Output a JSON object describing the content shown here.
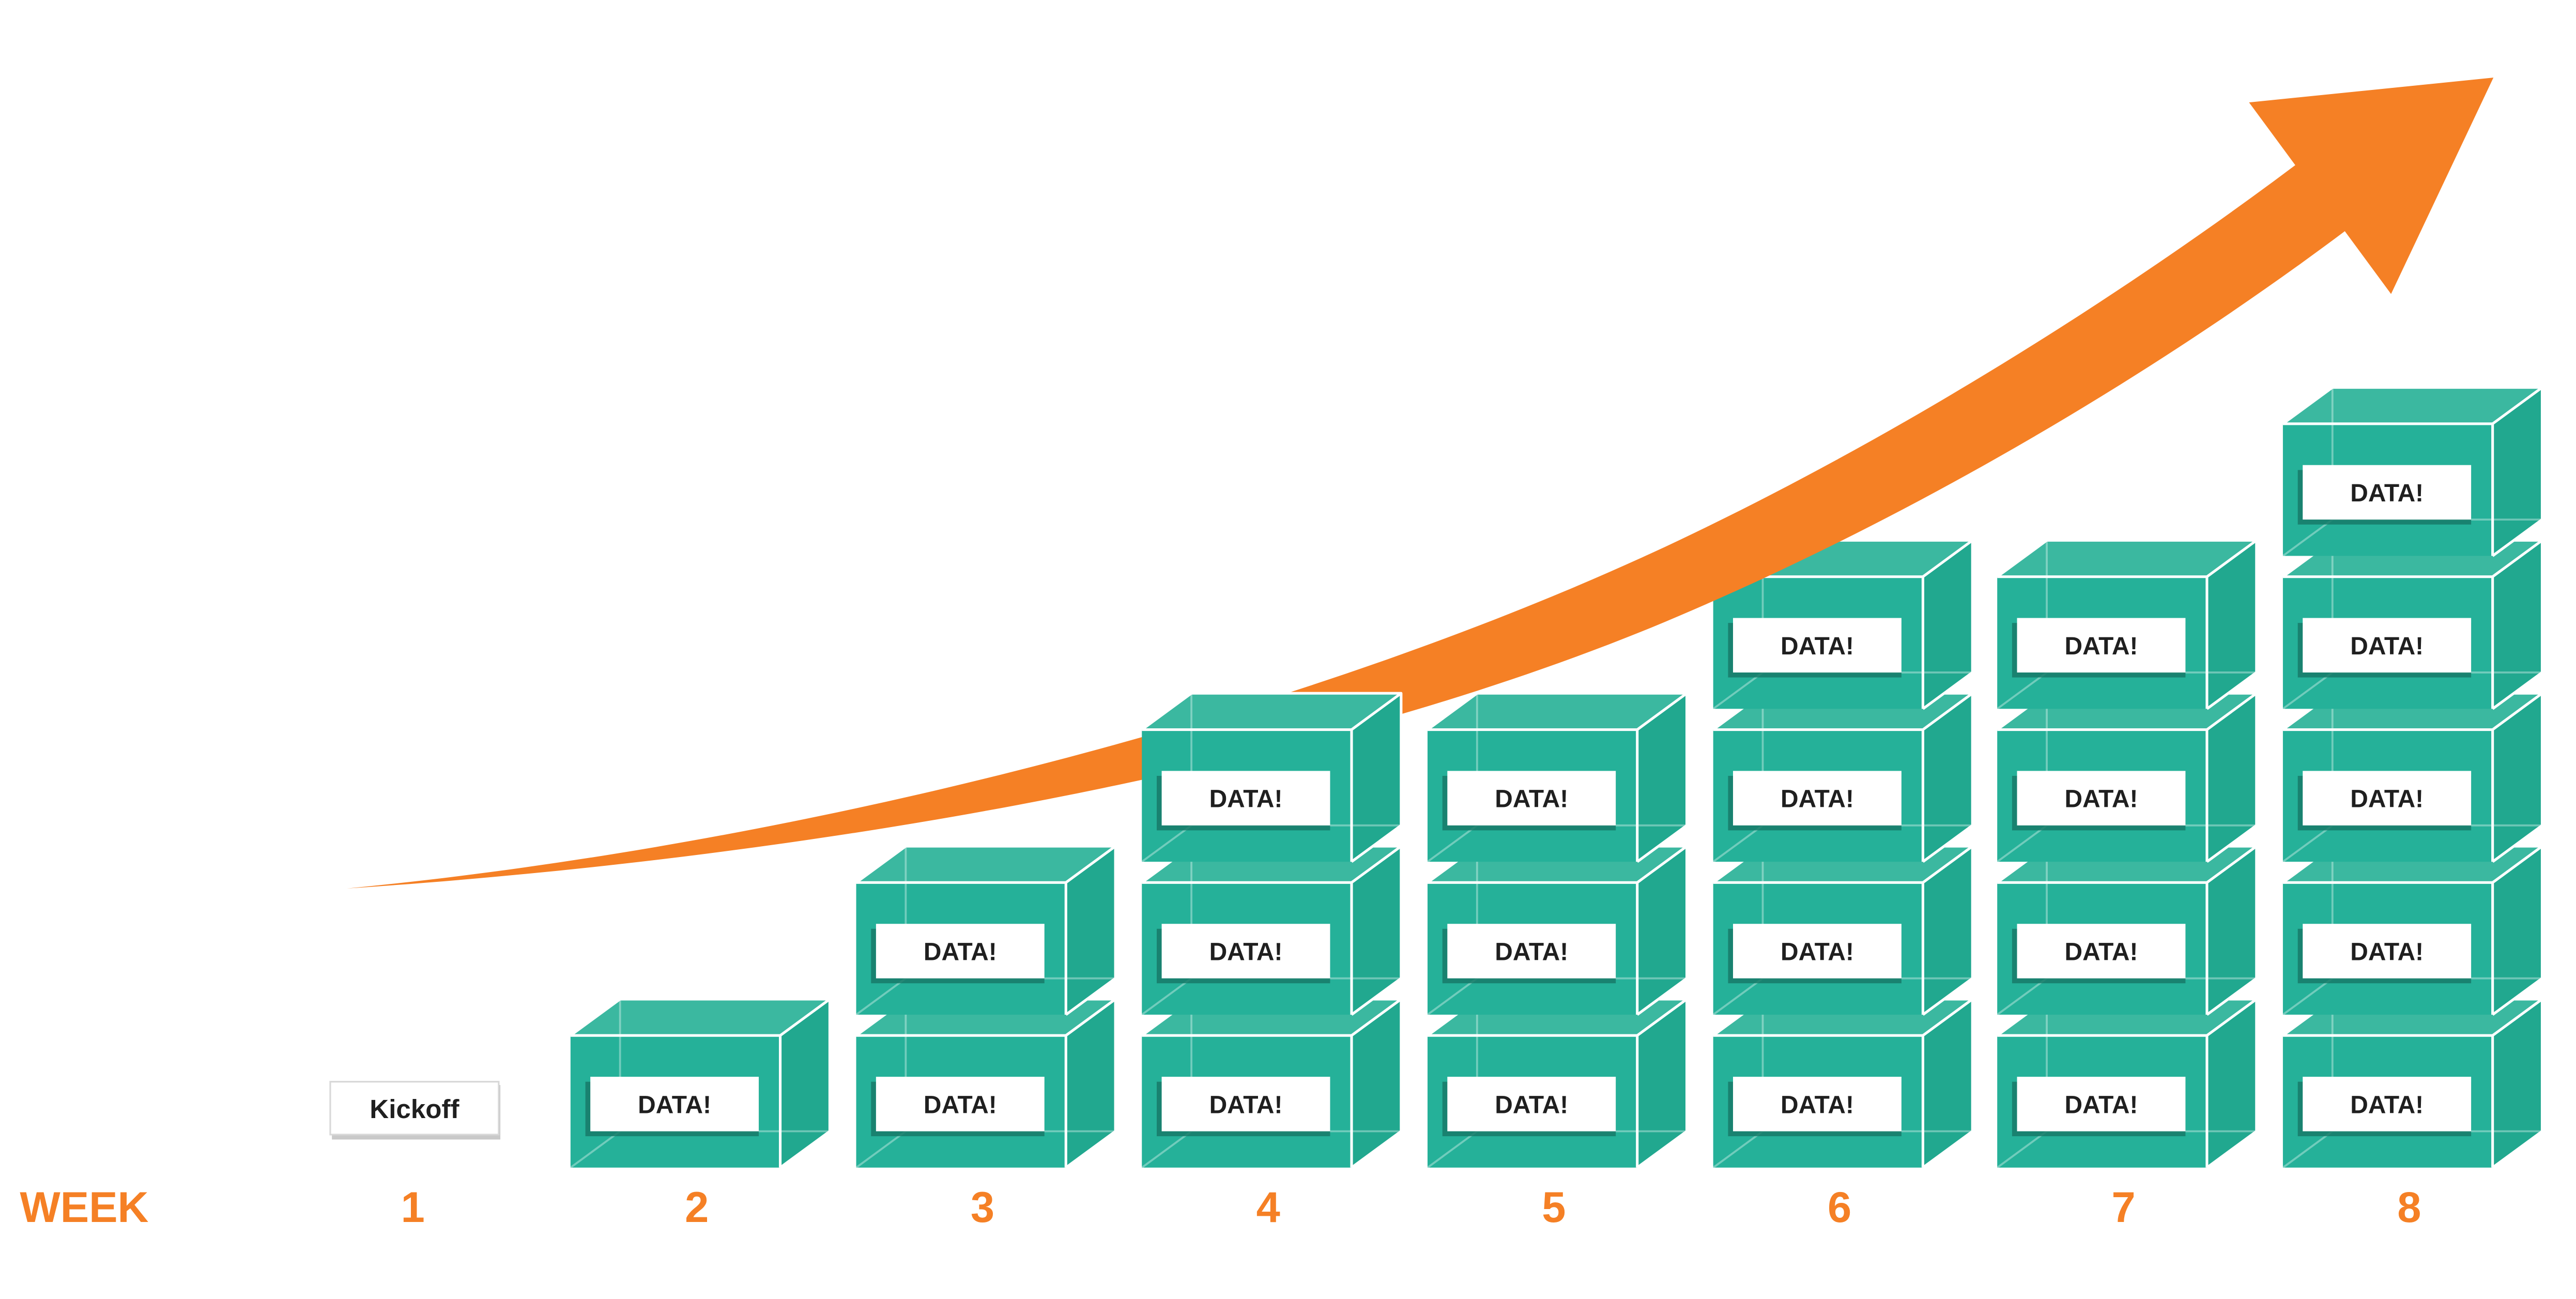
{
  "colors": {
    "accent": "#F58025",
    "cube_front": "#25B199",
    "cube_top": "#3BB8A0",
    "cube_side": "#21A88F",
    "cube_edge": "#FFFFFF",
    "label_bg": "#FFFFFF",
    "label_text": "#1F1F1F",
    "label_shadow": "#187A68"
  },
  "axis": {
    "label": "WEEK",
    "weeks": [
      "1",
      "2",
      "3",
      "4",
      "5",
      "6",
      "7",
      "8"
    ]
  },
  "kickoff": {
    "week": 1,
    "label": "Kickoff"
  },
  "trend_arrow": {
    "direction": "up-right",
    "meaning": "growth"
  },
  "chart_data": {
    "type": "bar",
    "title": "",
    "xlabel": "WEEK",
    "ylabel": "",
    "categories": [
      "1",
      "2",
      "3",
      "4",
      "5",
      "6",
      "7",
      "8"
    ],
    "values": [
      0,
      1,
      2,
      3,
      3,
      4,
      4,
      5
    ],
    "unit_label": "DATA!",
    "annotations": [
      {
        "category": "1",
        "text": "Kickoff"
      }
    ],
    "ylim": [
      0,
      5
    ]
  }
}
